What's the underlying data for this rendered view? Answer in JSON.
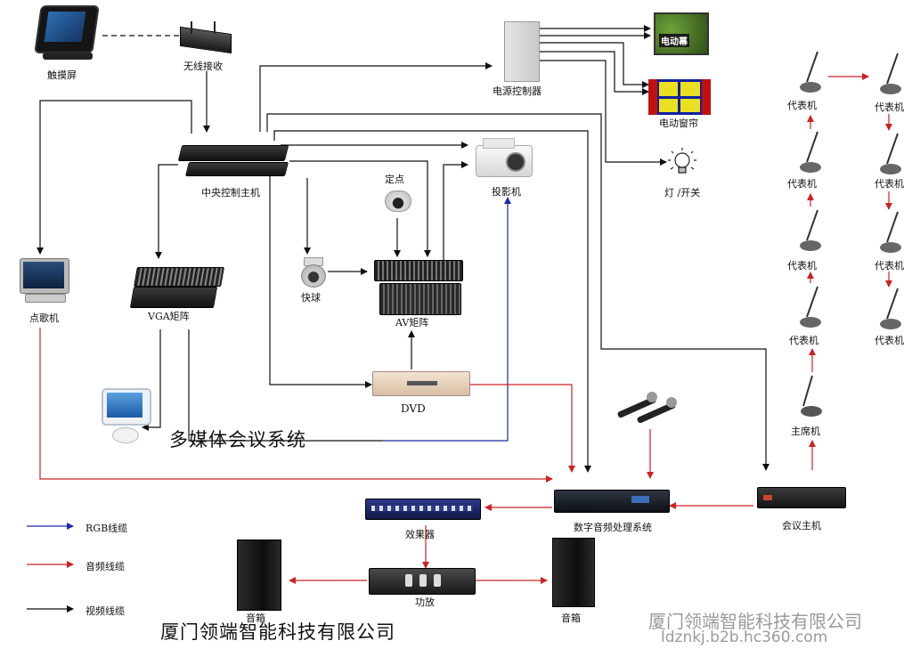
{
  "devices": {
    "touch_screen": "触摸屏",
    "wireless_receiver": "无线接收",
    "power_controller": "电源控制器",
    "electric_screen": "电动幕",
    "electric_screen_sign": "电动幕",
    "electric_curtain": "电动窗帘",
    "lights_switch": "灯 /开关",
    "central_controller": "中央控制主机",
    "projector": "投影机",
    "fixed_camera": "定点",
    "speed_dome": "快球",
    "av_matrix": "AV矩阵",
    "vga_matrix": "VGA矩阵",
    "jukebox": "点歌机",
    "dvd": "DVD",
    "digital_audio_processor": "数字音频处理系统",
    "effects_unit": "效果器",
    "amplifier": "功放",
    "speaker_left": "音箱",
    "speaker_right": "音箱",
    "conference_host": "会议主机",
    "chairman_unit": "主席机",
    "delegate_units_left": [
      "代表机",
      "代表机",
      "代表机",
      "代表机"
    ],
    "delegate_units_right": [
      "代表机",
      "代表机",
      "代表机",
      "代表机"
    ]
  },
  "title": "多媒体会议系统",
  "company": "厦门领端智能科技有限公司",
  "watermark": {
    "company": "厦门领端智能科技有限公司",
    "url": "ldznkj.b2b.hc360.com"
  },
  "legend": [
    {
      "label": "RGB线缆",
      "color": "#1a2aa8"
    },
    {
      "label": "音频线缆",
      "color": "#cc2222"
    },
    {
      "label": "视频线缆",
      "color": "#111111"
    }
  ]
}
